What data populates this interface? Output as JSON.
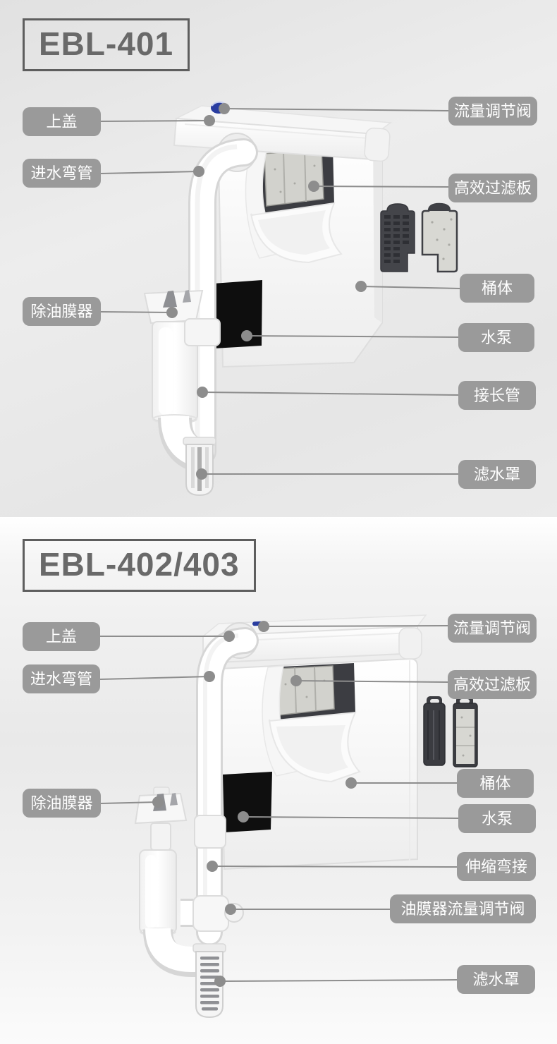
{
  "page": {
    "colors": {
      "label_bg": "#9a9a9a",
      "label_text": "#ffffff",
      "connector": "#8d8d8d",
      "title_text": "#696969",
      "title_border": "#5e5e5e",
      "valve_blue": "#2a3da0",
      "pump_black": "#101010"
    },
    "sections": [
      {
        "id": "ebl-401",
        "title": "EBL-401",
        "labels": {
          "top_cover": "上盖",
          "inlet_pipe": "进水弯管",
          "skimmer": "除油膜器",
          "flow_valve": "流量调节阀",
          "filter_plate": "高效过滤板",
          "barrel": "桶体",
          "pump": "水泵",
          "extension_pipe": "接长管",
          "strainer": "滤水罩"
        }
      },
      {
        "id": "ebl-402-403",
        "title": "EBL-402/403",
        "labels": {
          "top_cover": "上盖",
          "inlet_pipe": "进水弯管",
          "skimmer": "除油膜器",
          "flow_valve": "流量调节阀",
          "filter_plate": "高效过滤板",
          "barrel": "桶体",
          "pump": "水泵",
          "telescopic_joint": "伸缩弯接",
          "skimmer_flow_valve": "油膜器流量调节阀",
          "strainer": "滤水罩"
        }
      }
    ]
  }
}
